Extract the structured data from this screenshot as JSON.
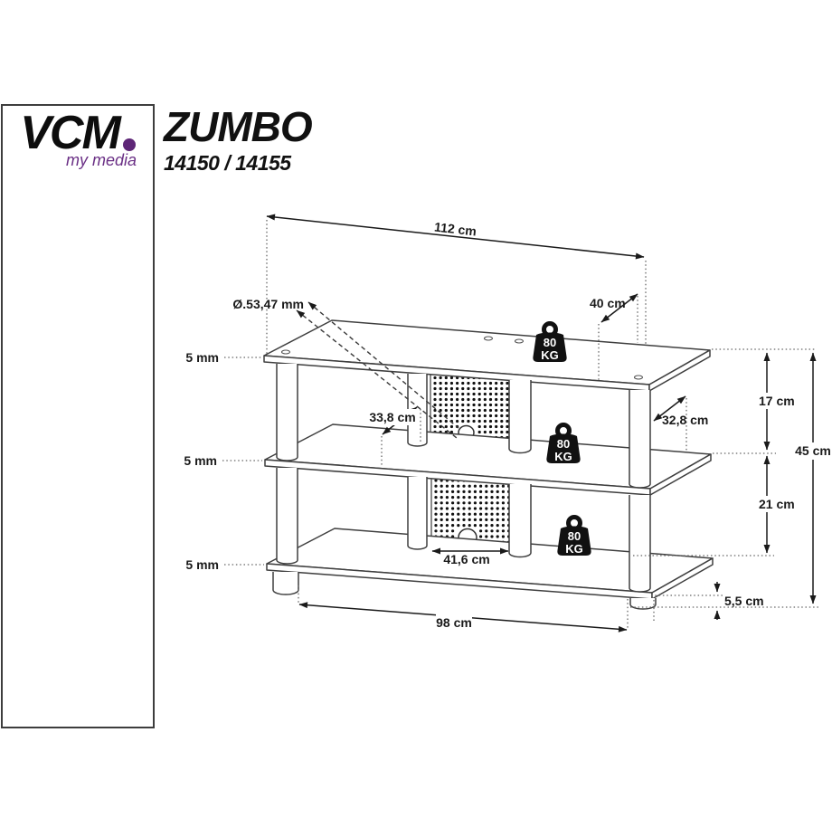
{
  "brand": {
    "name": "VCM",
    "tagline": "my media"
  },
  "product": {
    "title": "ZUMBO",
    "models": "14150 / 14155"
  },
  "diagram": {
    "load_badge": {
      "value": "80",
      "unit": "KG"
    },
    "dims": {
      "width_top": "112 cm",
      "depth_top": "40 cm",
      "hole_diameter": "Ø.53,47 mm",
      "thickness_top": "5 mm",
      "thickness_middle": "5 mm",
      "thickness_bottom": "5 mm",
      "depth_panel": "33,8 cm",
      "depth_side": "32,8 cm",
      "gap_upper": "17 cm",
      "gap_lower": "21 cm",
      "height_total": "45 cm",
      "panel_width": "41,6 cm",
      "width_feet": "98 cm",
      "foot_height": "5,5 cm"
    }
  },
  "colors": {
    "accent_purple": "#5e2677",
    "furniture_line": "#3f3f3f",
    "dimension_line": "#1a1a1a",
    "badge_fill": "#111111"
  }
}
